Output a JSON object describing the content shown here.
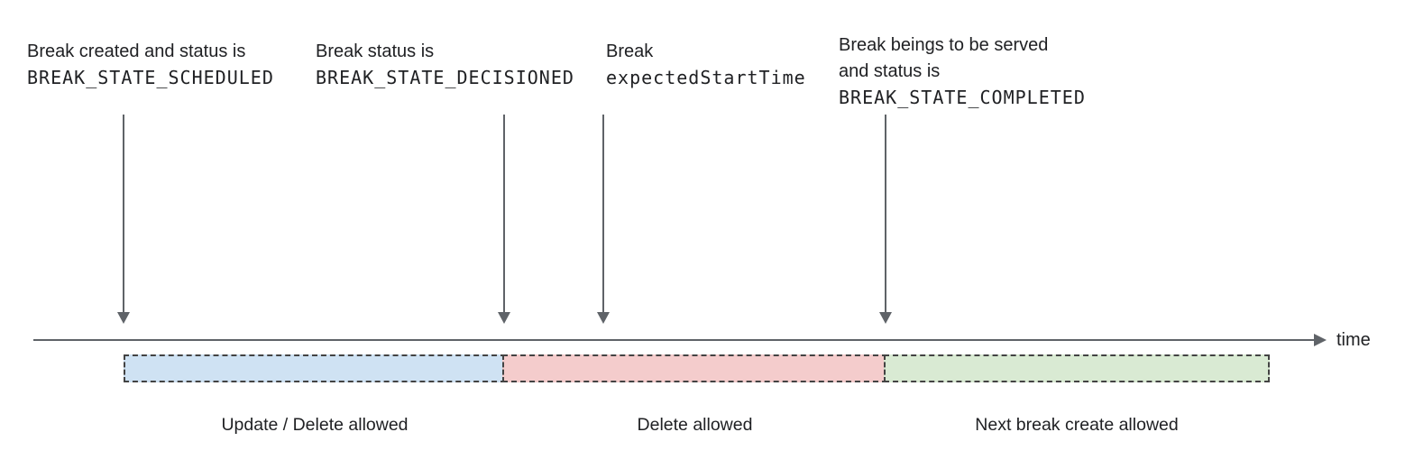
{
  "annotations": [
    {
      "line1": "Break created and status is",
      "code": "BREAK_STATE_SCHEDULED"
    },
    {
      "line1": "Break status is",
      "code": "BREAK_STATE_DECISIONED"
    },
    {
      "line1": "Break",
      "code": "expectedStartTime"
    },
    {
      "line1": "Break beings to be served",
      "line2": "and status is",
      "code": "BREAK_STATE_COMPLETED"
    }
  ],
  "timeline": {
    "axis_label": "time"
  },
  "segments": [
    {
      "label": "Update / Delete allowed",
      "fill": "#cfe2f3"
    },
    {
      "label": "Delete allowed",
      "fill": "#f4cccc"
    },
    {
      "label": "Next break create allowed",
      "fill": "#d9ead3"
    }
  ],
  "colors": {
    "text": "#202124",
    "arrow": "#5f6368",
    "segment_border": "#434343",
    "segment_blue": "#cfe2f3",
    "segment_pink": "#f4cccc",
    "segment_green": "#d9ead3"
  }
}
